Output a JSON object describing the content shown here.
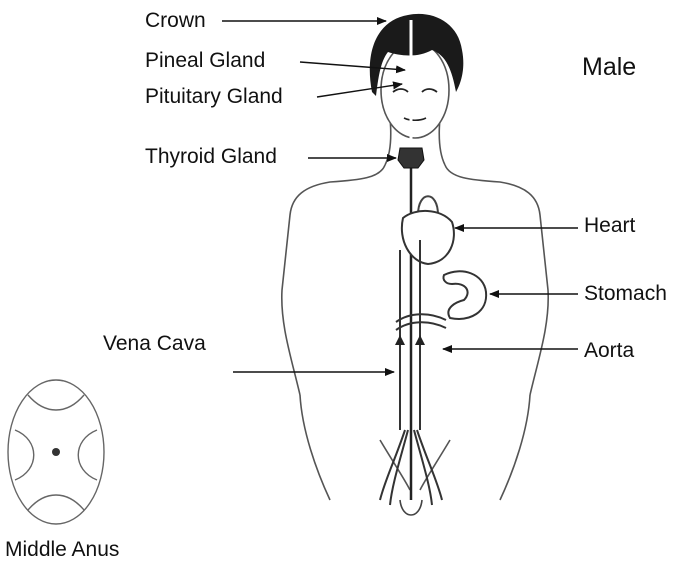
{
  "title": "Male",
  "labels": {
    "crown": "Crown",
    "pineal": "Pineal Gland",
    "pituitary": "Pituitary Gland",
    "thyroid": "Thyroid Gland",
    "heart": "Heart",
    "stomach": "Stomach",
    "aorta": "Aorta",
    "vena_cava": "Vena Cava",
    "inset": "Middle Anus"
  },
  "colors": {
    "ink": "#111111",
    "outline": "#555555",
    "hair": "#1a1a1a"
  }
}
